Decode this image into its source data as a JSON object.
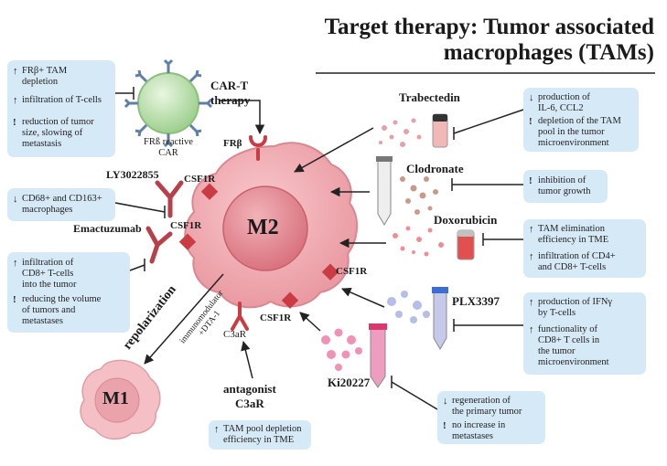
{
  "title": {
    "line1": "Target therapy: Tumor associated",
    "line2": "macrophages (TAMs)"
  },
  "cells": {
    "m2": "M2",
    "m1": "M1"
  },
  "receptors": {
    "frb": "FRβ",
    "csf1r": "CSF1R",
    "c3ar": "C3aR"
  },
  "car_t": {
    "label_line1": "CAR-T",
    "label_line2": "therapy",
    "caption_line1": "FRß reactive",
    "caption_line2": "CAR"
  },
  "drugs": {
    "trabectedin": "Trabectedin",
    "clodronate": "Clodronate",
    "doxorubicin": "Doxorubicin",
    "plx3397": "PLX3397",
    "ki20227": "Ki20227",
    "ly3022855": "LY3022855",
    "emactuzumab": "Emactuzumab",
    "antagonist_line1": "antagonist",
    "antagonist_line2": "C3aR"
  },
  "repolarization": {
    "label": "repolarization",
    "sub_line1": "immunomodulator",
    "sub_line2": "+DTA-1"
  },
  "boxes": {
    "car_t": [
      {
        "marker": "↑",
        "lines": [
          "FRβ+ TAM",
          "depletion"
        ]
      },
      {
        "marker": "↑",
        "lines": [
          "infiltration of T-cells"
        ]
      },
      {
        "marker": "!",
        "lines": [
          "reduction of tumor",
          "size, slowing of",
          "metastasis"
        ]
      }
    ],
    "ly3022855": [
      {
        "marker": "↓",
        "lines": [
          "CD68+ and CD163+",
          "macrophages"
        ]
      }
    ],
    "emactuzumab": [
      {
        "marker": "↑",
        "lines": [
          "infiltration of",
          "CD8+ T-cells",
          "into the tumor"
        ]
      },
      {
        "marker": "!",
        "lines": [
          "reducing the volume",
          "of tumors and",
          "metastases"
        ]
      }
    ],
    "trabectedin": [
      {
        "marker": "↓",
        "lines": [
          "production of",
          "IL-6, CCL2"
        ]
      },
      {
        "marker": "!",
        "lines": [
          "depletion of the TAM",
          "pool in the tumor",
          "microenvironment"
        ]
      }
    ],
    "clodronate": [
      {
        "marker": "!",
        "lines": [
          "inhibition of",
          "tumor growth"
        ]
      }
    ],
    "doxorubicin": [
      {
        "marker": "↑",
        "lines": [
          "TAM elimination",
          "efficiency in TME"
        ]
      },
      {
        "marker": "↑",
        "lines": [
          "infiltration of CD4+",
          "and CD8+ T-cells"
        ]
      }
    ],
    "plx3397": [
      {
        "marker": "↑",
        "lines": [
          "production of IFNγ",
          "by T-cells"
        ]
      },
      {
        "marker": "↑",
        "lines": [
          "functionality of",
          "CD8+ T cells in",
          "the tumor",
          "microenvironment"
        ]
      }
    ],
    "ki20227": [
      {
        "marker": "↓",
        "lines": [
          "regeneration of",
          "the primary tumor"
        ]
      },
      {
        "marker": "!",
        "lines": [
          "no increase in",
          "metastases"
        ]
      }
    ],
    "c3ar": [
      {
        "marker": "↑",
        "lines": [
          "TAM pool depletion",
          "efficiency in TME"
        ]
      }
    ]
  },
  "colors": {
    "box_fill": "#d6e9f7",
    "cell_pink": "#efaab0",
    "receptor_red": "#c93c44",
    "antibody_red": "#b8404a"
  }
}
